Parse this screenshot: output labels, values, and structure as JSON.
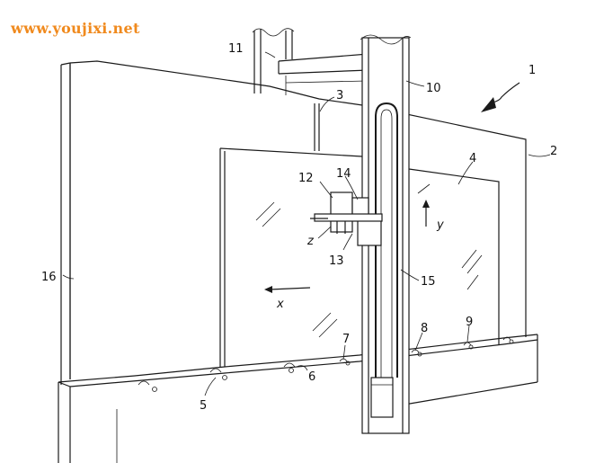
{
  "watermark": {
    "text": "www.youjixi.net",
    "color": "#f08a1e"
  },
  "labels": {
    "n1": "1",
    "n2": "2",
    "n3": "3",
    "n4": "4",
    "n5": "5",
    "n6": "6",
    "n7": "7",
    "n8": "8",
    "n9": "9",
    "n10": "10",
    "n11": "11",
    "n12": "12",
    "n13": "13",
    "n14": "14",
    "n15": "15",
    "n16": "16",
    "x": "x",
    "y": "y",
    "z": "z"
  },
  "colors": {
    "ink": "#1a1a1a",
    "paper": "#ffffff"
  }
}
